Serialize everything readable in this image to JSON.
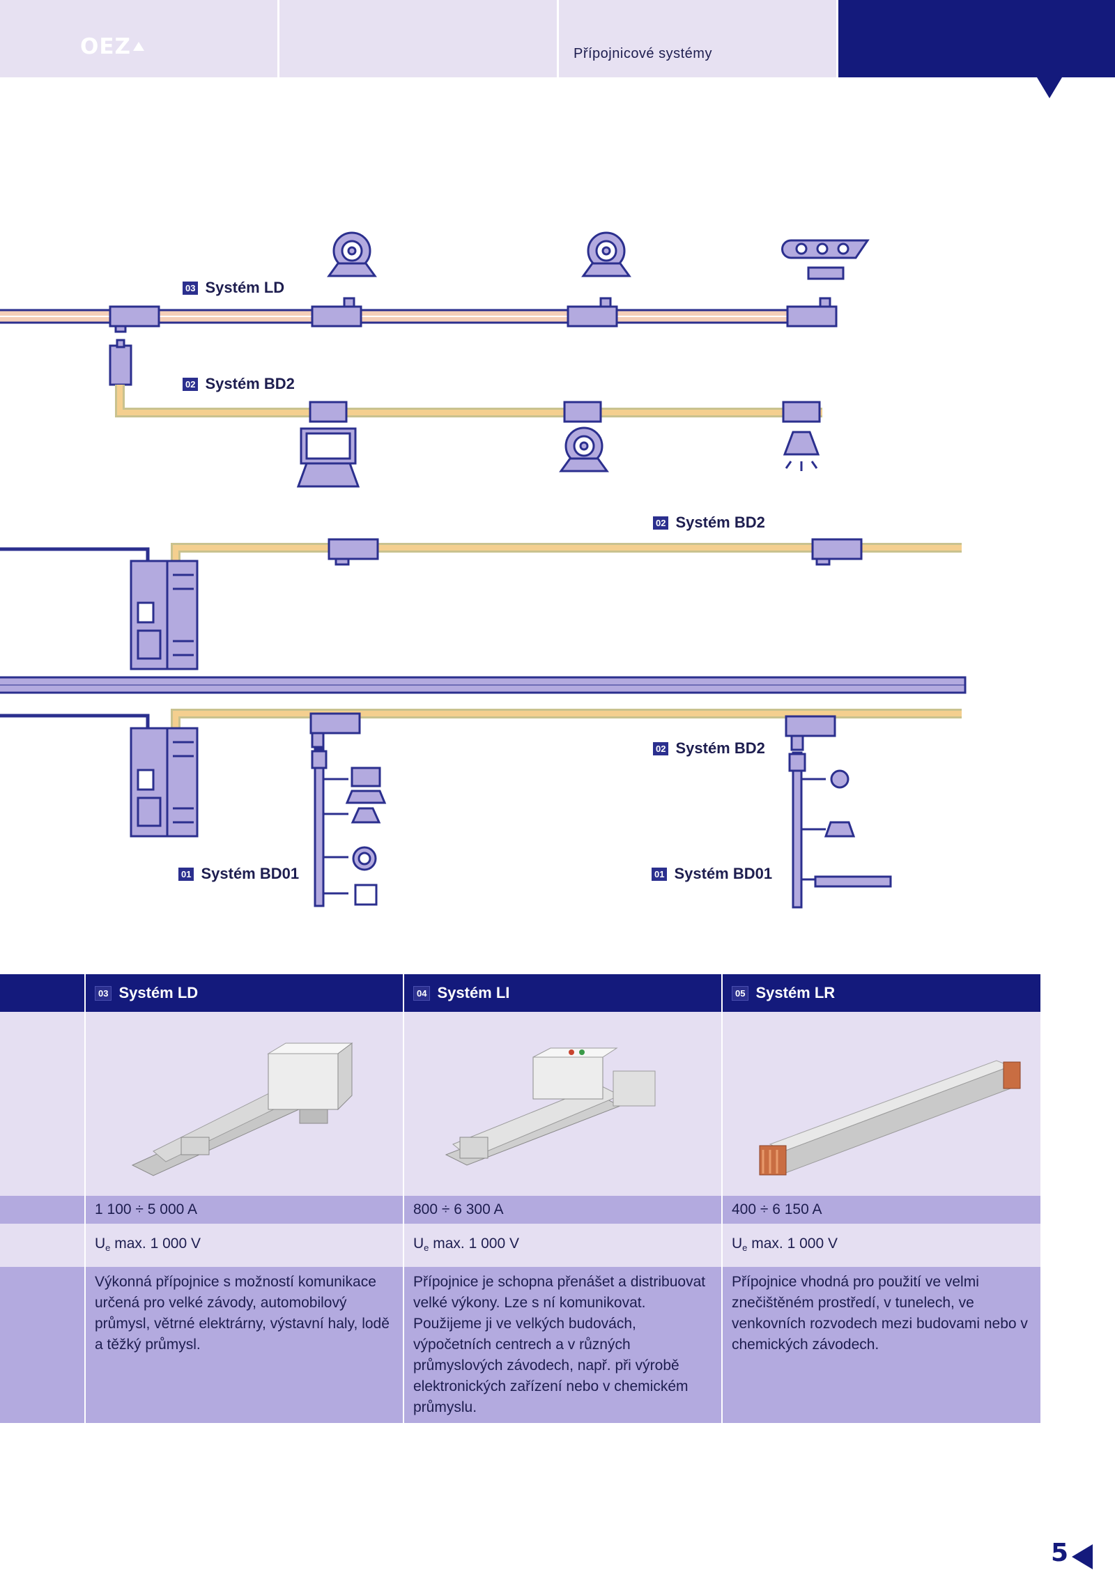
{
  "header": {
    "logo_text": "OEZ",
    "section_title": "Přípojnicové systémy"
  },
  "diagram_labels": {
    "ld_top": {
      "num": "03",
      "name": "Systém LD"
    },
    "bd2_a": {
      "num": "02",
      "name": "Systém BD2"
    },
    "bd2_b": {
      "num": "02",
      "name": "Systém BD2"
    },
    "bd2_c": {
      "num": "02",
      "name": "Systém BD2"
    },
    "bd01_a": {
      "num": "01",
      "name": "Systém BD01"
    },
    "bd01_b": {
      "num": "01",
      "name": "Systém BD01"
    }
  },
  "table": {
    "columns": [
      {
        "num": "03",
        "name": "Systém LD",
        "current": "1 100 ÷ 5 000 A",
        "voltage_prefix": "U",
        "voltage_sub": "e",
        "voltage_rest": " max. 1 000 V",
        "description": "Výkonná přípojnice s možností komunikace určená pro velké závody, automobilový průmysl, větrné elektrárny, výstavní haly, lodě a těžký průmysl."
      },
      {
        "num": "04",
        "name": "Systém LI",
        "current": "800 ÷ 6 300 A",
        "voltage_prefix": "U",
        "voltage_sub": "e",
        "voltage_rest": " max. 1 000 V",
        "description": "Přípojnice je schopna přenášet a distribuovat velké výkony. Lze s ní komunikovat. Použijeme ji ve velkých budovách, výpočetních centrech a v různých průmyslových závodech, např. při výrobě elektronických zařízení nebo v chemickém průmyslu."
      },
      {
        "num": "05",
        "name": "Systém LR",
        "current": "400 ÷ 6 150 A",
        "voltage_prefix": "U",
        "voltage_sub": "e",
        "voltage_rest": " max. 1 000 V",
        "description": "Přípojnice vhodná pro použití ve velmi znečištěném prostředí, v tunelech, ve venkovních rozvodech mezi budovami nebo v chemických závodech."
      }
    ]
  },
  "page_number": "5",
  "colors": {
    "navy": "#141a7c",
    "lavender": "#e5dff2",
    "purple": "#b3aadf",
    "busbar_ld": "#f5cfb8",
    "busbar_bd2": "#f4cf8f"
  }
}
